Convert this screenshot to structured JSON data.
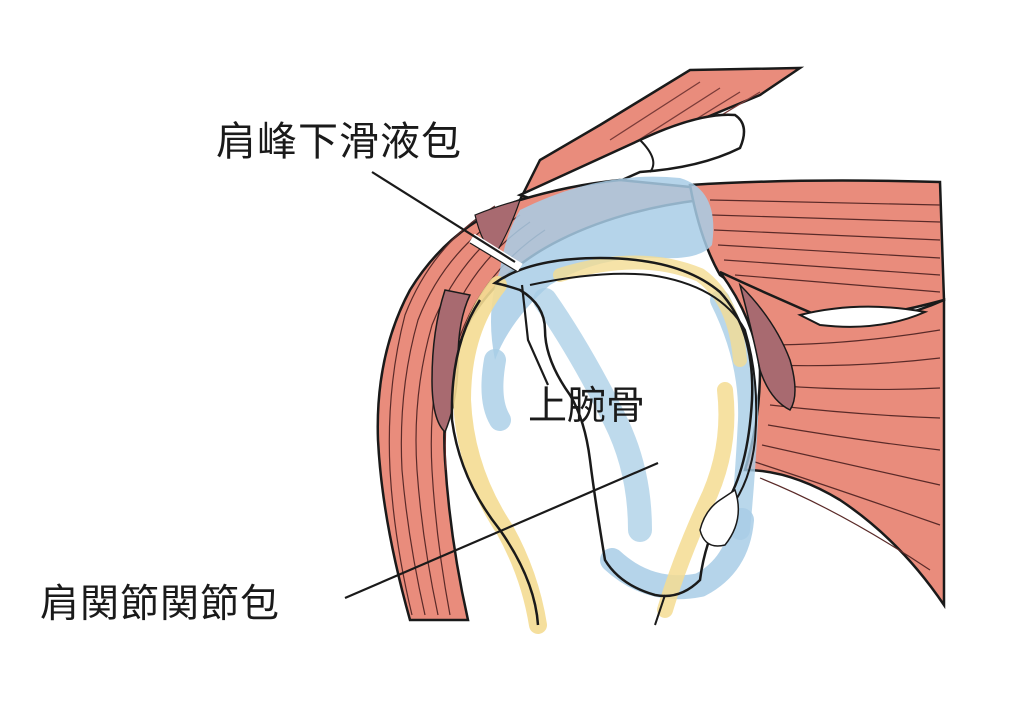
{
  "labels": {
    "subacromial_bursa": "肩峰下滑液包",
    "humerus": "上腕骨",
    "shoulder_joint_capsule": "肩関節関節包"
  },
  "colors": {
    "muscle_fill": "#e98c7c",
    "muscle_dark": "#c46a66",
    "muscle_shadow": "#a86a70",
    "bursa_blue": "#a8cde6",
    "cartilage_yellow": "#f4dc92",
    "outline": "#1a1a1a",
    "background": "#ffffff"
  }
}
